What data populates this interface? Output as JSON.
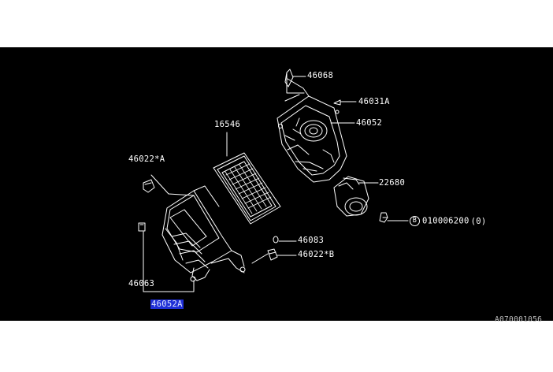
{
  "colors": {
    "background": "#000000",
    "page": "#ffffff",
    "lines": "#ffffff",
    "highlight": "#1f2fd6"
  },
  "parts": {
    "p46068": "46068",
    "p46031A": "46031A",
    "p46052": "46052",
    "p16546": "16546",
    "p46022A": "46022*A",
    "p22680": "22680",
    "bolt_circle_letter": "B",
    "bolt_number": "010006200",
    "bolt_qty": "(0)",
    "p46083": "46083",
    "p46022B": "46022*B",
    "p46063": "46063",
    "p46052A": "46052A"
  },
  "highlighted_part": "46052A",
  "drawing_number": "A070001056"
}
